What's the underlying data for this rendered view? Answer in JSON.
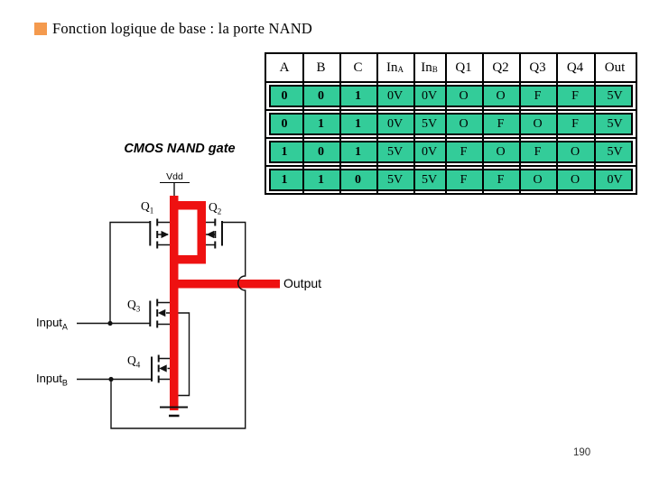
{
  "slide": {
    "title": "Fonction logique de base : la porte NAND",
    "page_number": "190",
    "bullet_color": "#F49A4E"
  },
  "truth_table": {
    "row_fill_color": "#33CC99",
    "headers": [
      {
        "main": "A",
        "sub": ""
      },
      {
        "main": "B",
        "sub": ""
      },
      {
        "main": "C",
        "sub": ""
      },
      {
        "main": "In",
        "sub": "A"
      },
      {
        "main": "In",
        "sub": "B"
      },
      {
        "main": "Q1",
        "sub": ""
      },
      {
        "main": "Q2",
        "sub": ""
      },
      {
        "main": "Q3",
        "sub": ""
      },
      {
        "main": "Q4",
        "sub": ""
      },
      {
        "main": "Out",
        "sub": ""
      }
    ],
    "rows": [
      [
        "0",
        "0",
        "1",
        "0V",
        "0V",
        "O",
        "O",
        "F",
        "F",
        "5V"
      ],
      [
        "0",
        "1",
        "1",
        "0V",
        "5V",
        "O",
        "F",
        "O",
        "F",
        "5V"
      ],
      [
        "1",
        "0",
        "1",
        "5V",
        "0V",
        "F",
        "O",
        "F",
        "O",
        "5V"
      ],
      [
        "1",
        "1",
        "0",
        "5V",
        "5V",
        "F",
        "F",
        "O",
        "O",
        "0V"
      ]
    ]
  },
  "circuit": {
    "caption": "CMOS NAND gate",
    "vdd_label": "Vdd",
    "output_label": "Output",
    "wire_highlight_color": "#EE1111",
    "transistors": [
      {
        "main": "Q",
        "sub": "1"
      },
      {
        "main": "Q",
        "sub": "2"
      },
      {
        "main": "Q",
        "sub": "3"
      },
      {
        "main": "Q",
        "sub": "4"
      }
    ],
    "inputs": [
      {
        "main": "Input",
        "sub": "A"
      },
      {
        "main": "Input",
        "sub": "B"
      }
    ]
  }
}
